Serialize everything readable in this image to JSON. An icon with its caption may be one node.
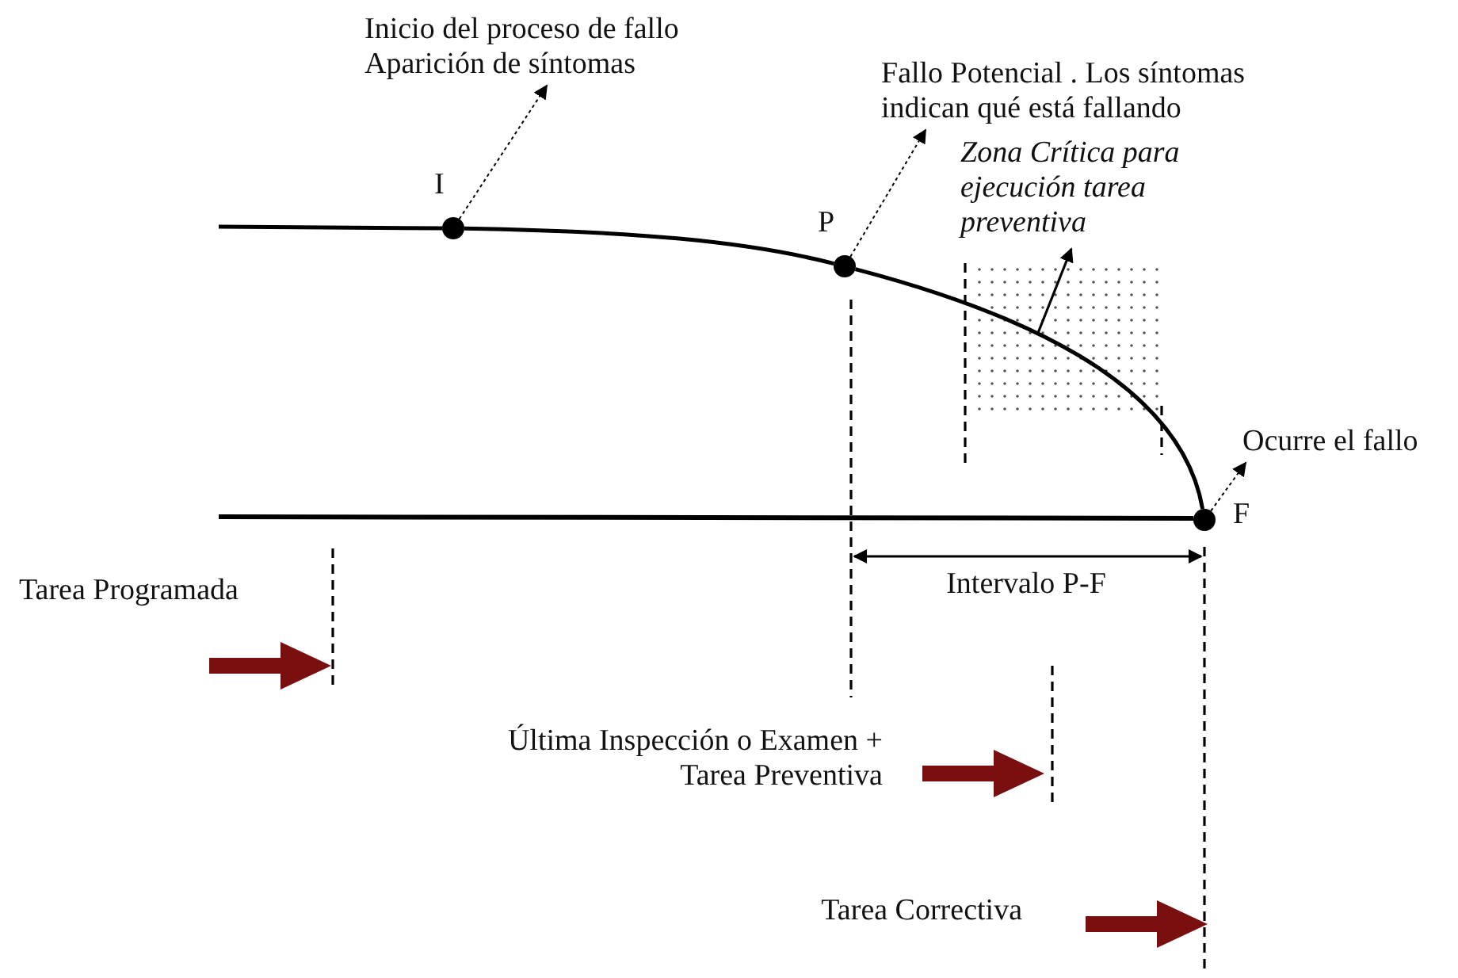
{
  "diagram": {
    "nodes": [
      {
        "text": [],
        "shape": "circle",
        "beside": [
          "I"
        ]
      },
      {
        "text": [
          "Inicio del proceso de fallo Aparición de síntomas"
        ]
      },
      {
        "text": [],
        "shape": "circle",
        "beside": [
          "P"
        ]
      },
      {
        "text": [
          "Fallo Potencial . Los síntomas indican qué está fallando"
        ]
      },
      {
        "text": [
          "Zona Crítica para ejecución tarea preventiva"
        ]
      },
      {
        "text": [],
        "shape": "circle",
        "beside": [
          "F"
        ]
      },
      {
        "text": [
          "Ocurre el fallo"
        ]
      }
    ],
    "edges": [
      {
        "from": 0,
        "to": 1,
        "arrow": "to",
        "style": "dashed"
      },
      {
        "from": 2,
        "to": 3,
        "arrow": "to",
        "style": "dashed"
      },
      {
        "from": null,
        "to": 4,
        "arrow": "to"
      },
      {
        "from": 5,
        "to": 6,
        "arrow": "to",
        "style": "dashed"
      },
      {
        "from": 0,
        "to": 2,
        "arrow": "none",
        "style": "thick"
      },
      {
        "from": 2,
        "to": 5,
        "arrow": "none",
        "style": "thick"
      }
    ],
    "labels": [
      "Intervalo P-F",
      "Tarea Programada",
      "Última Inspección o Examen + Tarea Preventiva",
      "Tarea Correctiva"
    ]
  }
}
